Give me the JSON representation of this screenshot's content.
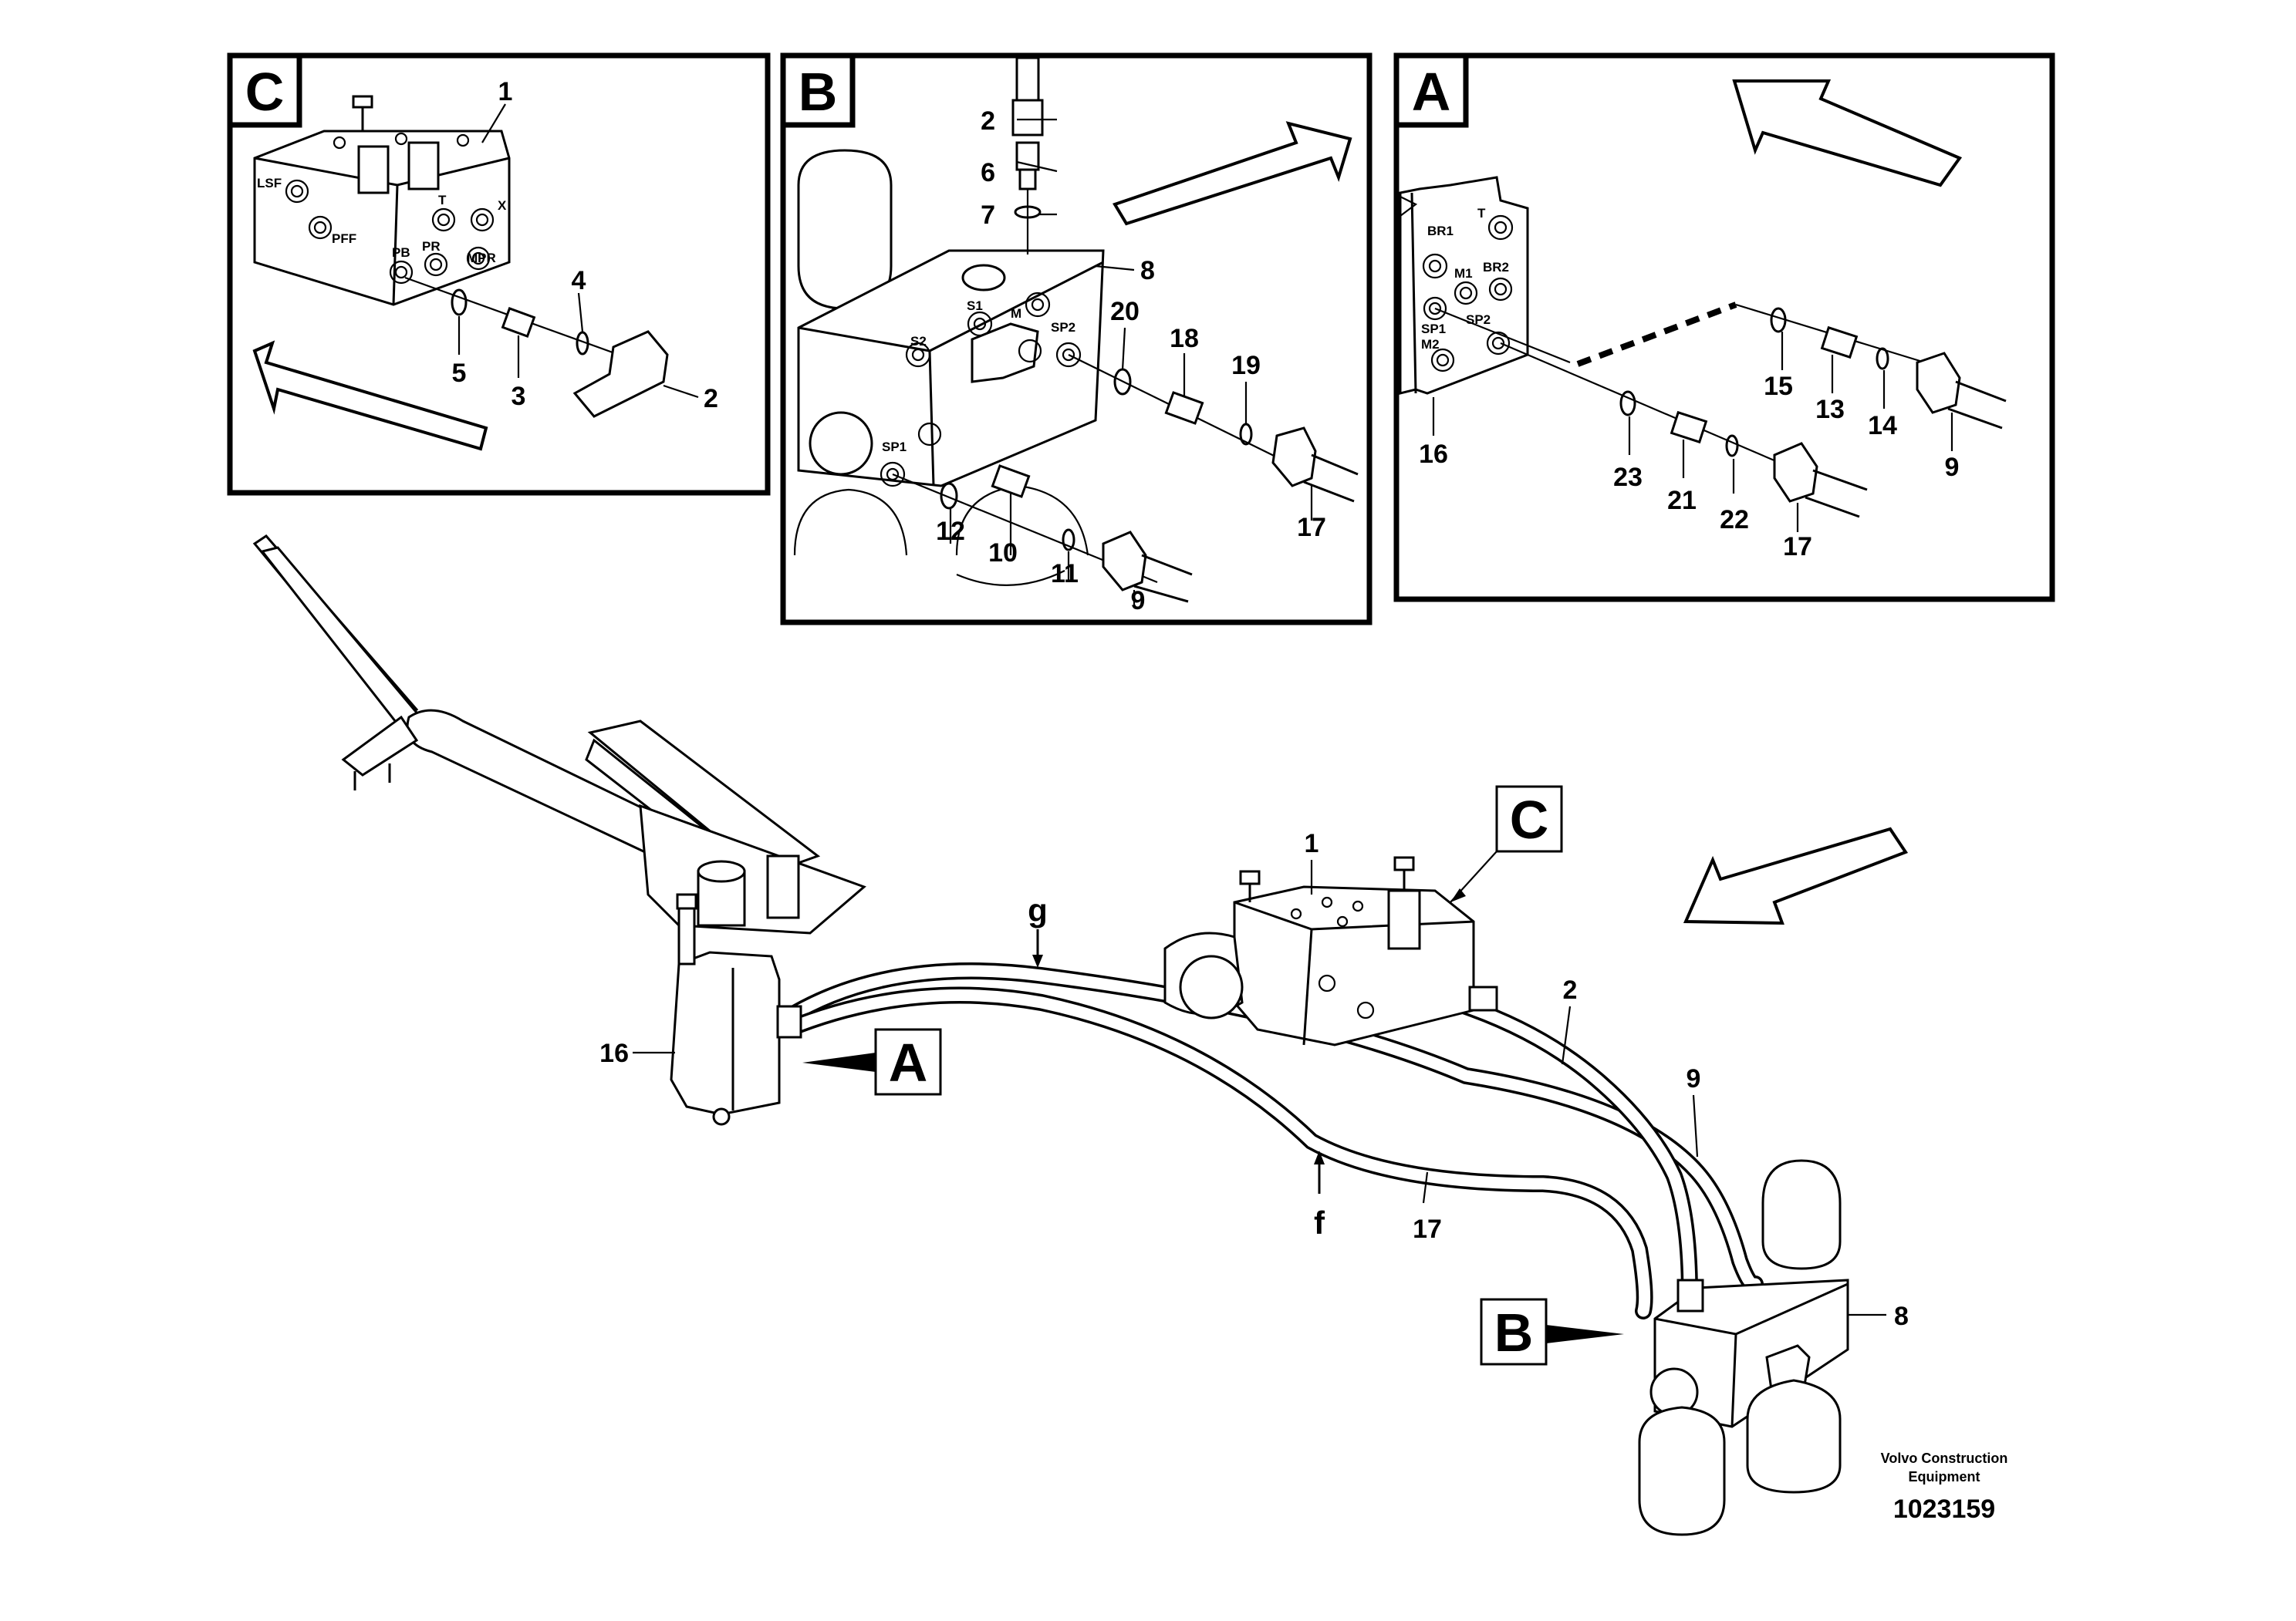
{
  "panels": {
    "C": {
      "letter": "C",
      "callouts": [
        "1",
        "4",
        "5",
        "3",
        "2"
      ],
      "ports": [
        "LSF",
        "PFF",
        "PB",
        "PR",
        "T",
        "X",
        "MPR"
      ]
    },
    "B": {
      "letter": "B",
      "callouts": [
        "2",
        "6",
        "7",
        "8",
        "20",
        "18",
        "19",
        "12",
        "10",
        "11",
        "9",
        "17"
      ],
      "ports": [
        "S2",
        "S1",
        "M",
        "SP2",
        "SP1"
      ]
    },
    "A": {
      "letter": "A",
      "callouts": [
        "16",
        "15",
        "13",
        "14",
        "9",
        "23",
        "21",
        "22",
        "17"
      ],
      "ports": [
        "BR1",
        "T",
        "M1",
        "BR2",
        "SP1",
        "SP2",
        "M2"
      ]
    }
  },
  "main": {
    "callouts": [
      "1",
      "16",
      "2",
      "9",
      "17",
      "8"
    ],
    "hose_markers": [
      "g",
      "f"
    ],
    "view_markers": [
      "C",
      "A",
      "B"
    ]
  },
  "credit": {
    "line1": "Volvo Construction",
    "line2": "Equipment",
    "part_number": "1023159"
  }
}
